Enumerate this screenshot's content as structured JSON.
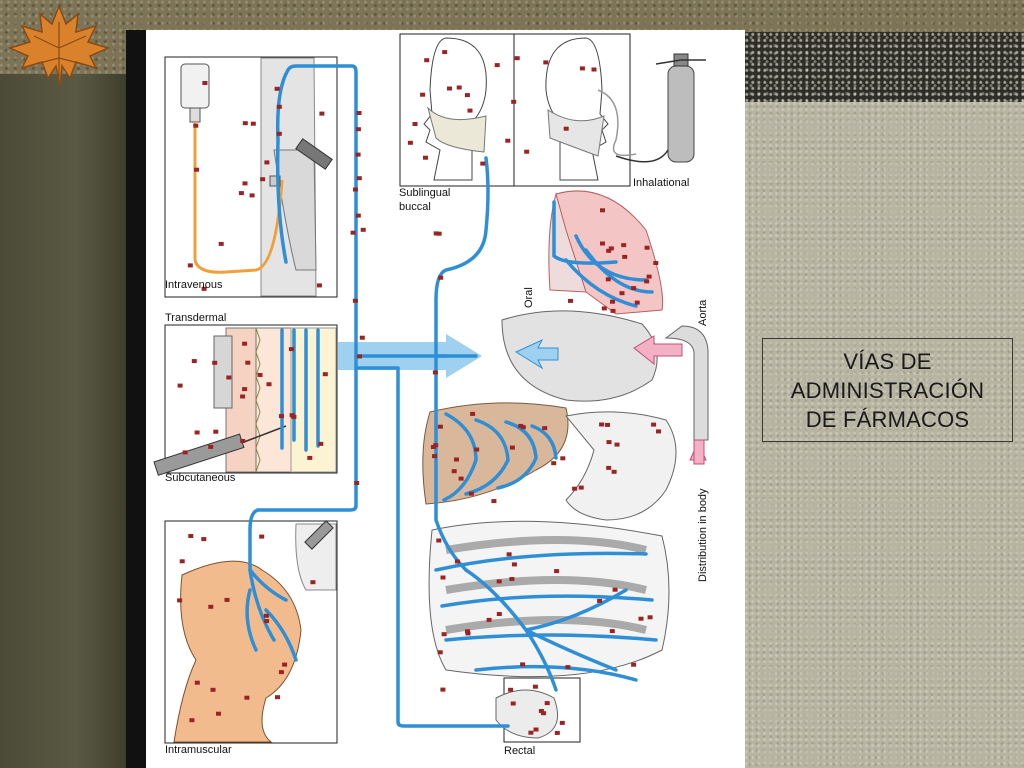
{
  "title": {
    "lines": [
      "VÍAS DE",
      "ADMINISTRACIÓN",
      "DE FÁRMACOS"
    ]
  },
  "diagram": {
    "labels": {
      "intravenous": "Intravenous",
      "transdermal": "Transdermal",
      "subcutaneous": "Subcutaneous",
      "intramuscular": "Intramuscular",
      "sublingual": "Sublingual",
      "buccal": "buccal",
      "inhalational": "Inhalational",
      "oral": "Oral",
      "aorta": "Aorta",
      "distribution": "Distribution in body",
      "rectal": "Rectal"
    }
  },
  "colors": {
    "vessel": "#2f8fd6",
    "drug_particle": "#9a2323",
    "iv_tube": "#f0a03a",
    "muscle": "#f2bb8e",
    "liver": "#d9b79a",
    "lung": "#f4c5c5",
    "skin_dermis": "#f5d2c2",
    "organ_gray": "#e2e2e2"
  }
}
